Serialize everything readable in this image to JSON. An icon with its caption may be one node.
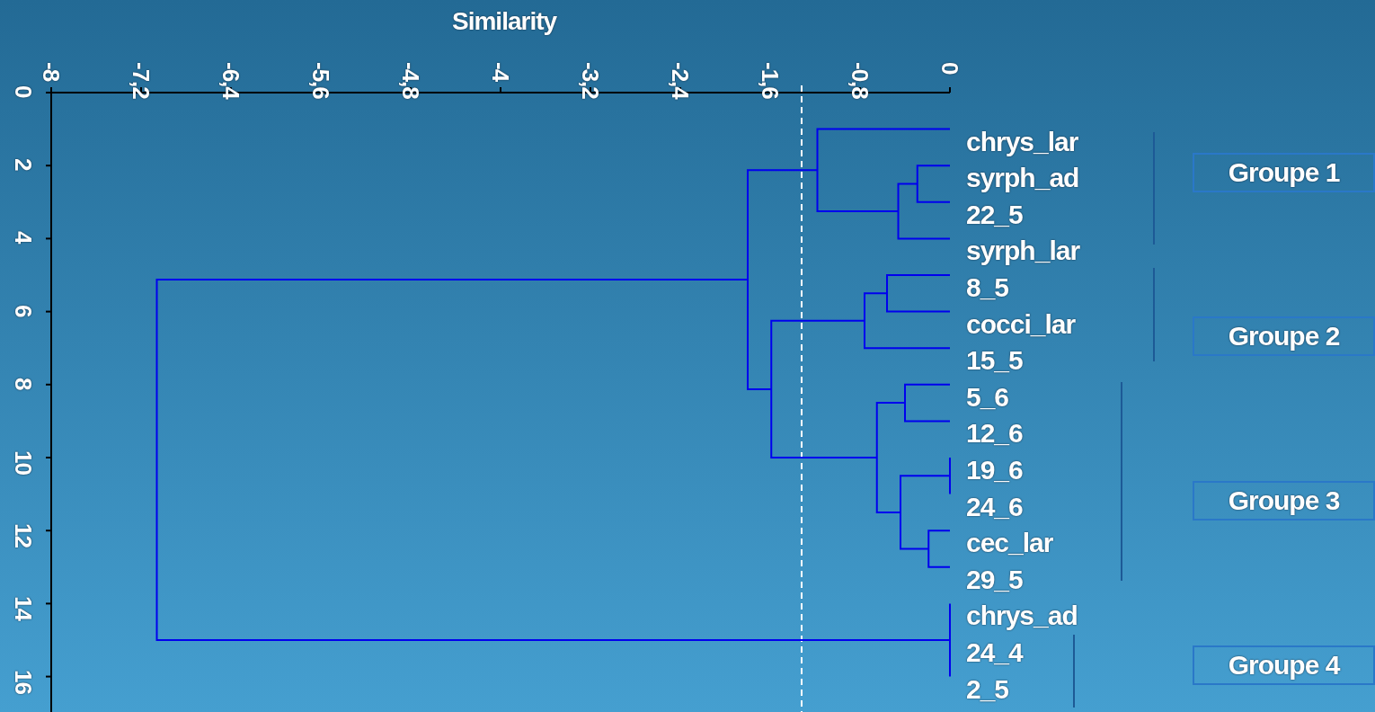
{
  "diagram": {
    "title": "Similarity",
    "nodes": [
      {
        "text": [
          "Groupe 1"
        ]
      },
      {
        "text": [
          "Groupe 2"
        ]
      },
      {
        "text": [
          "Groupe 3"
        ]
      },
      {
        "text": [
          "Groupe 4"
        ]
      }
    ],
    "labels": [
      "-8",
      "-7,2",
      "-6,4",
      "-5,6",
      "-4,8",
      "-4",
      "-3,2",
      "-2,4",
      "-1,6",
      "-0,8",
      "0",
      "0",
      "2",
      "4",
      "6",
      "8",
      "10",
      "12",
      "14",
      "16",
      "chrys_lar",
      "syrph_ad",
      "22_5",
      "syrph_lar",
      "8_5",
      "cocci_lar",
      "15_5",
      "5_6",
      "12_6",
      "19_6",
      "24_6",
      "cec_lar",
      "29_5",
      "chrys_ad",
      "24_4",
      "2_5"
    ]
  }
}
